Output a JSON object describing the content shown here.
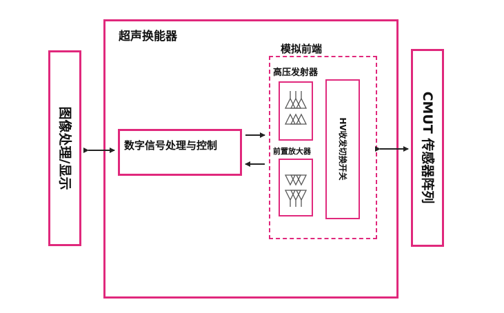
{
  "diagram": {
    "left_block": {
      "label": "图像处理/显示"
    },
    "main_block": {
      "title": "超声换能器"
    },
    "analog_front_end": {
      "title": "模拟前端"
    },
    "hv_transmitter": {
      "title": "高压发射器"
    },
    "preamp": {
      "title": "前置放大器"
    },
    "hv_switch": {
      "label": "HV收发切换开关"
    },
    "dsp": {
      "label": "数字信号处理与控制"
    },
    "right_block": {
      "label": "CMUT 传感器阵列"
    }
  },
  "colors": {
    "accent": "#e0287c",
    "line": "#222222",
    "symbol": "#555555"
  }
}
